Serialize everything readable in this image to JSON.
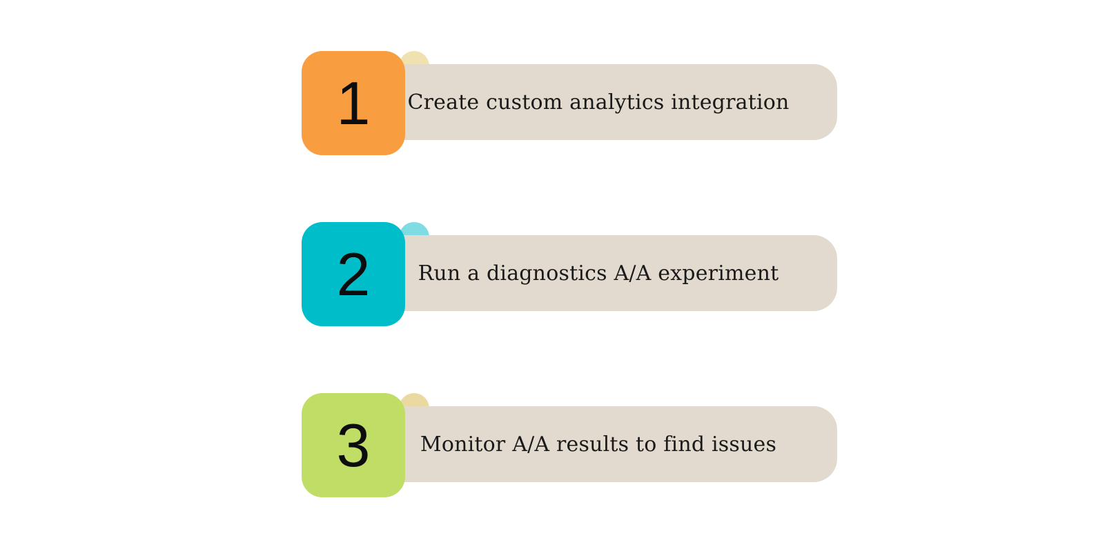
{
  "page": {
    "background_color": "#ffffff",
    "bar_color": "#E2DACE",
    "label_text_color": "#1A1A1A",
    "number_text_color": "#0D0D0D"
  },
  "steps": [
    {
      "number": "1",
      "label": "Create custom analytics integration",
      "square_color": "#F99D41",
      "fold_color": "#F0E2B0"
    },
    {
      "number": "2",
      "label": "Run a diagnostics A/A experiment",
      "square_color": "#00BEC9",
      "fold_color": "#7EDCE2"
    },
    {
      "number": "3",
      "label": "Monitor A/A results to find issues",
      "square_color": "#C0DD66",
      "fold_color": "#EBD9A2"
    }
  ]
}
